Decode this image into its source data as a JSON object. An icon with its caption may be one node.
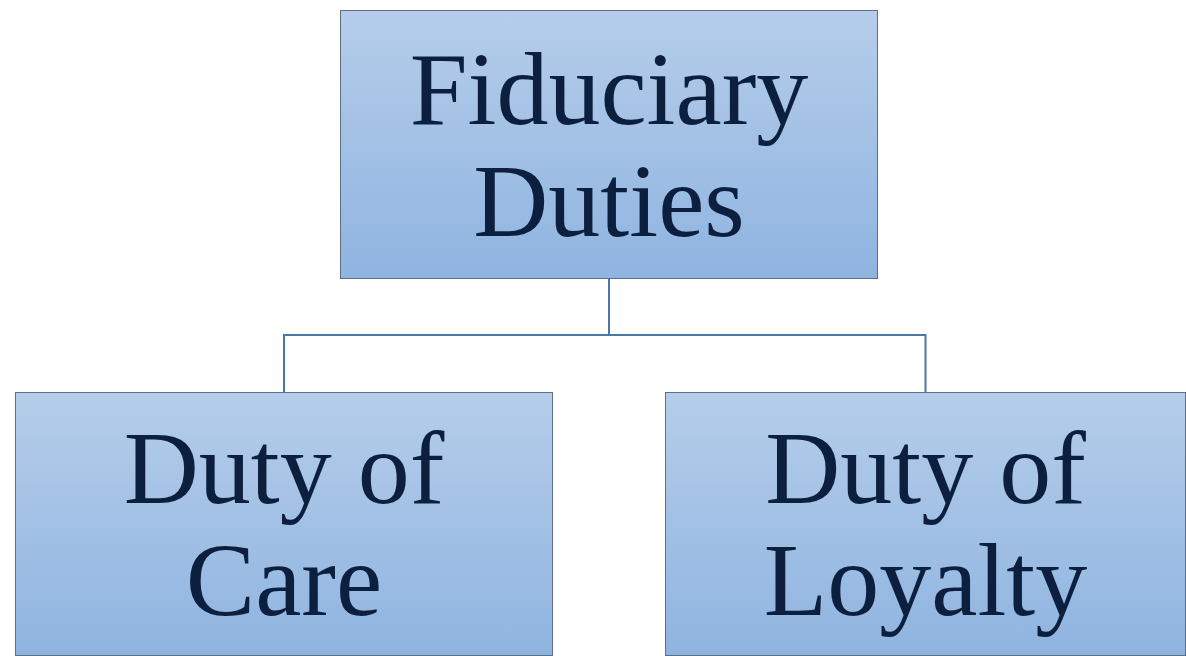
{
  "diagram": {
    "nodes": [
      {
        "text": [
          "Fiduciary Duties"
        ]
      },
      {
        "text": [
          "Duty of Care"
        ]
      },
      {
        "text": [
          "Duty of Loyalty"
        ]
      }
    ],
    "edges": [
      {
        "from": 0,
        "to": 1,
        "arrow": "none"
      },
      {
        "from": 0,
        "to": 2,
        "arrow": "none"
      }
    ]
  }
}
